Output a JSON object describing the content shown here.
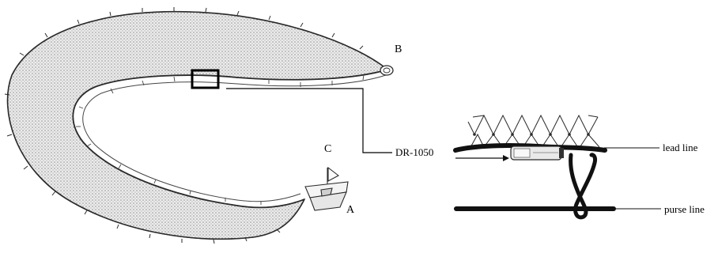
{
  "labels": {
    "point_b": "B",
    "point_c": "C",
    "point_a": "A",
    "logger": "DR-1050",
    "lead_line": "lead line",
    "purse_line": "purse line"
  },
  "colors": {
    "ink": "#2a2a2a",
    "net_fill": "#dcdcdc",
    "net_dots": "#8a8a8a"
  }
}
